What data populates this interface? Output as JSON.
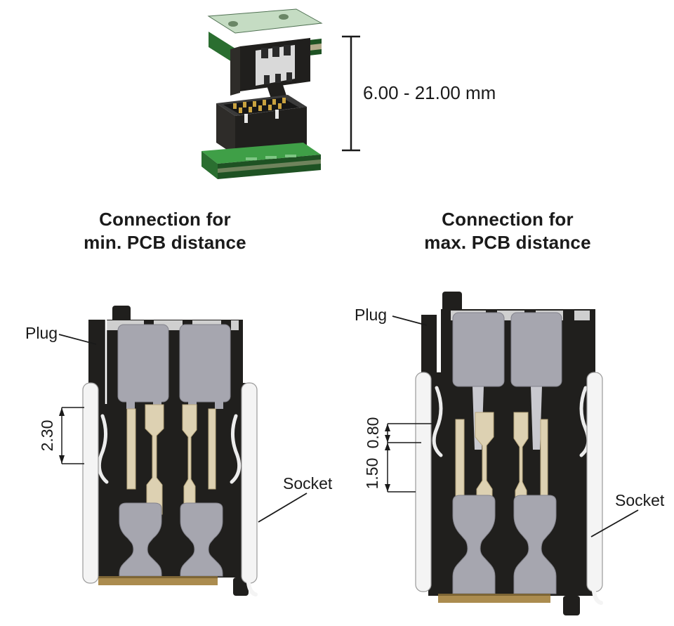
{
  "top_figure": {
    "description": "Exploded view of plug and socket board-to-board connector",
    "dimension_label": "6.00 - 21.00 mm"
  },
  "sections": {
    "min": {
      "heading_line1": "Connection for",
      "heading_line2": "min. PCB distance",
      "plug_label": "Plug",
      "socket_label": "Socket",
      "dimensions": {
        "overlap": "2.30"
      }
    },
    "max": {
      "heading_line1": "Connection for",
      "heading_line2": "max. PCB distance",
      "plug_label": "Plug",
      "socket_label": "Socket",
      "dimensions": {
        "upper": "0.80",
        "lower": "1.50"
      }
    }
  },
  "colors": {
    "line": "#1a1a1a",
    "housing": "#201f1d",
    "housing_soft": "#2e2c29",
    "contact_gray": "#a6a6af",
    "contact_gray_light": "#c9c9cf",
    "pin_tan": "#ddd1b2",
    "pin_tan_dark": "#b9a87e",
    "gold": "#ab8c4f",
    "pcb_green_top": "#3f9f47",
    "pcb_green_dark": "#1e5223",
    "pcb_green_side": "#2a6e30",
    "pcb_pale": "#dcead9",
    "clip_white": "#f4f4f4",
    "recess_gray": "#d9d9d9",
    "strip_gray": "#cfcfcf",
    "pcb_stripe_tan": "#b3ab8c"
  }
}
